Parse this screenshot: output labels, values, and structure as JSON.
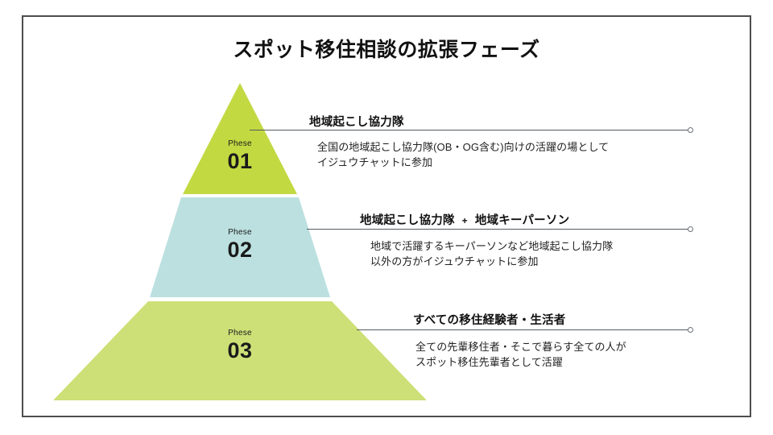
{
  "slide": {
    "title": "スポット移住相談の拡張フェーズ",
    "background_color": "#ffffff",
    "frame_color": "#4d4d4d"
  },
  "pyramid": {
    "tiers": [
      {
        "phase_label": "Phese",
        "phase_number": "01",
        "color": "#c2d942"
      },
      {
        "phase_label": "Phese",
        "phase_number": "02",
        "color": "#bce0e0"
      },
      {
        "phase_label": "Phese",
        "phase_number": "03",
        "color": "#cde077"
      }
    ]
  },
  "callouts": [
    {
      "heading": "地域起こし協力隊",
      "heading_plus": "",
      "heading_second": "",
      "body": "全国の地域起こし協力隊(OB・OG含む)向けの活躍の場として\nイジュウチャットに参加"
    },
    {
      "heading": "地域起こし協力隊",
      "heading_plus": "+",
      "heading_second": "地域キーパーソン",
      "body": "地域で活躍するキーパーソンなど地域起こし協力隊\n以外の方がイジュウチャットに参加"
    },
    {
      "heading": "すべての移住経験者・生活者",
      "heading_plus": "",
      "heading_second": "",
      "body": "全ての先輩移住者・そこで暮らす全ての人が\nスポット移住先輩者として活躍"
    }
  ],
  "line_color": "#555a60"
}
